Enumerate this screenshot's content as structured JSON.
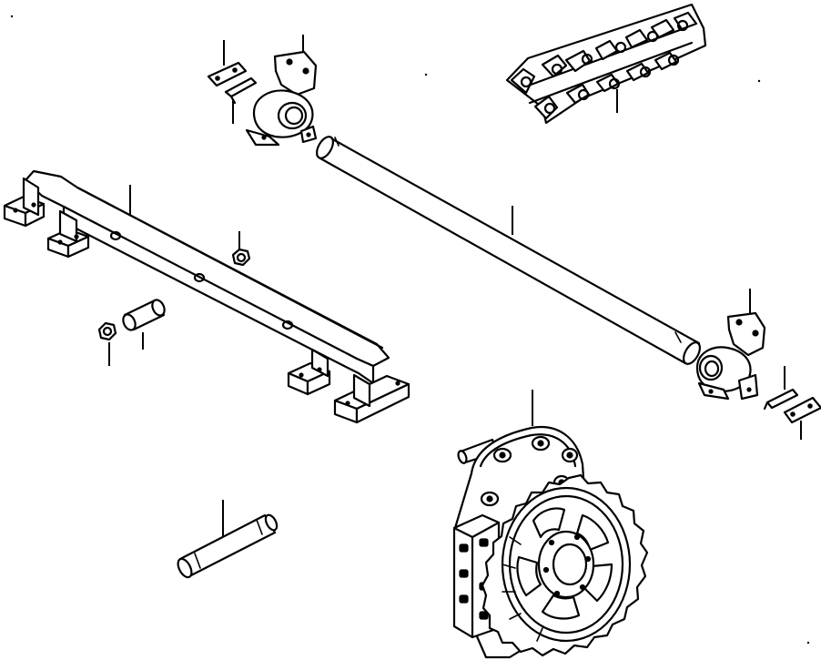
{
  "figure": {
    "type": "exploded parts diagram",
    "background": "#ffffff",
    "ink": "#000000",
    "parts": [
      "small-plate-top",
      "lock-clip-top",
      "bearing-bracket-top",
      "track-chain",
      "main-frame-beam",
      "nut-center",
      "cross-shaft",
      "bearing-bracket-right",
      "lock-clip-right",
      "small-plate-right",
      "nut-left",
      "bushing-pin",
      "long-pin",
      "final-drive-sprocket"
    ]
  }
}
